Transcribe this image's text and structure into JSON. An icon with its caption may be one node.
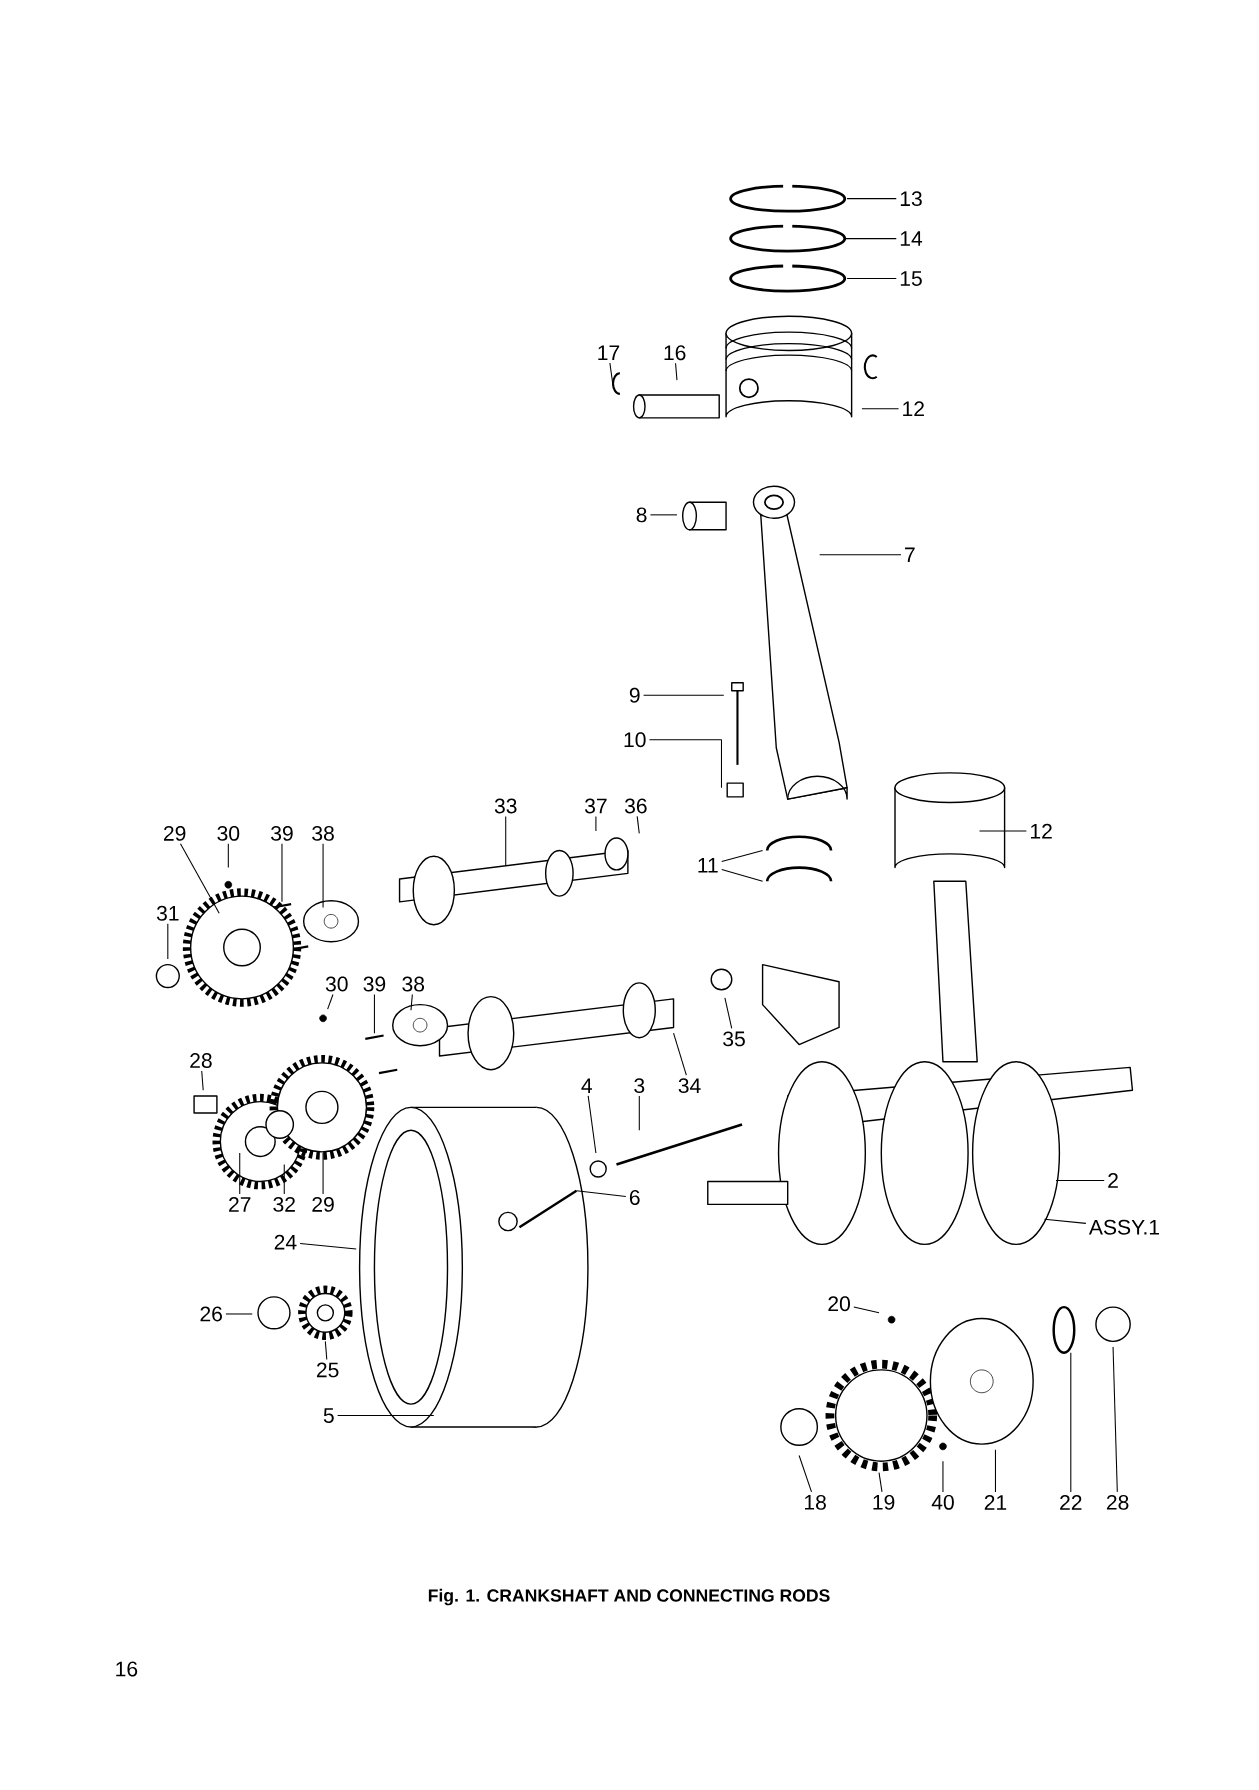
{
  "diagram": {
    "caption": "Fig. 1. CRANKSHAFT AND CONNECTING RODS",
    "nodes": [
      {
        "text": [
          "13"
        ]
      },
      {
        "text": [
          "14"
        ]
      },
      {
        "text": [
          "15"
        ]
      },
      {
        "text": [
          "17"
        ]
      },
      {
        "text": [
          "16"
        ]
      },
      {
        "text": [
          "12"
        ]
      },
      {
        "text": [
          "8"
        ]
      },
      {
        "text": [
          "7"
        ]
      },
      {
        "text": [
          "9"
        ]
      },
      {
        "text": [
          "10"
        ]
      },
      {
        "text": [
          "11"
        ]
      },
      {
        "text": [
          "12"
        ]
      },
      {
        "text": [
          "33"
        ]
      },
      {
        "text": [
          "37"
        ]
      },
      {
        "text": [
          "36"
        ]
      },
      {
        "text": [
          "29"
        ]
      },
      {
        "text": [
          "30"
        ]
      },
      {
        "text": [
          "39"
        ]
      },
      {
        "text": [
          "38"
        ]
      },
      {
        "text": [
          "31"
        ]
      },
      {
        "text": [
          "30"
        ]
      },
      {
        "text": [
          "39"
        ]
      },
      {
        "text": [
          "38"
        ]
      },
      {
        "text": [
          "35"
        ]
      },
      {
        "text": [
          "28"
        ]
      },
      {
        "text": [
          "4"
        ]
      },
      {
        "text": [
          "3"
        ]
      },
      {
        "text": [
          "34"
        ]
      },
      {
        "text": [
          "27"
        ]
      },
      {
        "text": [
          "32"
        ]
      },
      {
        "text": [
          "29"
        ]
      },
      {
        "text": [
          "6"
        ]
      },
      {
        "text": [
          "2"
        ]
      },
      {
        "text": [
          "ASSY.1"
        ]
      },
      {
        "text": [
          "24"
        ]
      },
      {
        "text": [
          "26"
        ]
      },
      {
        "text": [
          "25"
        ]
      },
      {
        "text": [
          "5"
        ]
      },
      {
        "text": [
          "20"
        ]
      },
      {
        "text": [
          "18"
        ]
      },
      {
        "text": [
          "19"
        ]
      },
      {
        "text": [
          "40"
        ]
      },
      {
        "text": [
          "21"
        ]
      },
      {
        "text": [
          "22"
        ]
      },
      {
        "text": [
          "28"
        ]
      }
    ],
    "edges": [
      {
        "from": 0,
        "to": null,
        "arrow": "none"
      },
      {
        "from": 1,
        "to": null,
        "arrow": "none"
      },
      {
        "from": 2,
        "to": null,
        "arrow": "none"
      },
      {
        "from": 3,
        "to": null,
        "arrow": "none"
      },
      {
        "from": 4,
        "to": null,
        "arrow": "none"
      },
      {
        "from": 5,
        "to": null,
        "arrow": "none"
      },
      {
        "from": 6,
        "to": null,
        "arrow": "none"
      },
      {
        "from": 7,
        "to": null,
        "arrow": "none"
      },
      {
        "from": 8,
        "to": null,
        "arrow": "none"
      },
      {
        "from": 9,
        "to": null,
        "arrow": "none"
      },
      {
        "from": 10,
        "to": null,
        "arrow": "none"
      },
      {
        "from": 10,
        "to": null,
        "arrow": "none"
      },
      {
        "from": 11,
        "to": null,
        "arrow": "none"
      },
      {
        "from": 12,
        "to": null,
        "arrow": "none"
      },
      {
        "from": 13,
        "to": null,
        "arrow": "none"
      },
      {
        "from": 14,
        "to": null,
        "arrow": "none"
      },
      {
        "from": 15,
        "to": null,
        "arrow": "none"
      },
      {
        "from": 16,
        "to": null,
        "arrow": "none"
      },
      {
        "from": 17,
        "to": null,
        "arrow": "none"
      },
      {
        "from": 18,
        "to": null,
        "arrow": "none"
      },
      {
        "from": 19,
        "to": null,
        "arrow": "none"
      },
      {
        "from": 20,
        "to": null,
        "arrow": "none"
      },
      {
        "from": 21,
        "to": null,
        "arrow": "none"
      },
      {
        "from": 22,
        "to": null,
        "arrow": "none"
      },
      {
        "from": 23,
        "to": null,
        "arrow": "none"
      },
      {
        "from": 24,
        "to": null,
        "arrow": "none"
      },
      {
        "from": 25,
        "to": null,
        "arrow": "none"
      },
      {
        "from": 26,
        "to": null,
        "arrow": "none"
      },
      {
        "from": 27,
        "to": null,
        "arrow": "none"
      },
      {
        "from": 28,
        "to": null,
        "arrow": "none"
      },
      {
        "from": 29,
        "to": null,
        "arrow": "none"
      },
      {
        "from": 30,
        "to": null,
        "arrow": "none"
      },
      {
        "from": 31,
        "to": null,
        "arrow": "none"
      },
      {
        "from": 32,
        "to": null,
        "arrow": "none"
      },
      {
        "from": 33,
        "to": null,
        "arrow": "none"
      },
      {
        "from": 34,
        "to": null,
        "arrow": "none"
      },
      {
        "from": 35,
        "to": null,
        "arrow": "none"
      },
      {
        "from": 36,
        "to": null,
        "arrow": "none"
      },
      {
        "from": 37,
        "to": null,
        "arrow": "none"
      },
      {
        "from": 38,
        "to": null,
        "arrow": "none"
      },
      {
        "from": 39,
        "to": null,
        "arrow": "none"
      },
      {
        "from": 40,
        "to": null,
        "arrow": "none"
      },
      {
        "from": 41,
        "to": null,
        "arrow": "none"
      },
      {
        "from": 42,
        "to": null,
        "arrow": "none"
      },
      {
        "from": 43,
        "to": null,
        "arrow": "none"
      },
      {
        "from": 44,
        "to": null,
        "arrow": "none"
      }
    ],
    "labels": [
      "16"
    ]
  }
}
